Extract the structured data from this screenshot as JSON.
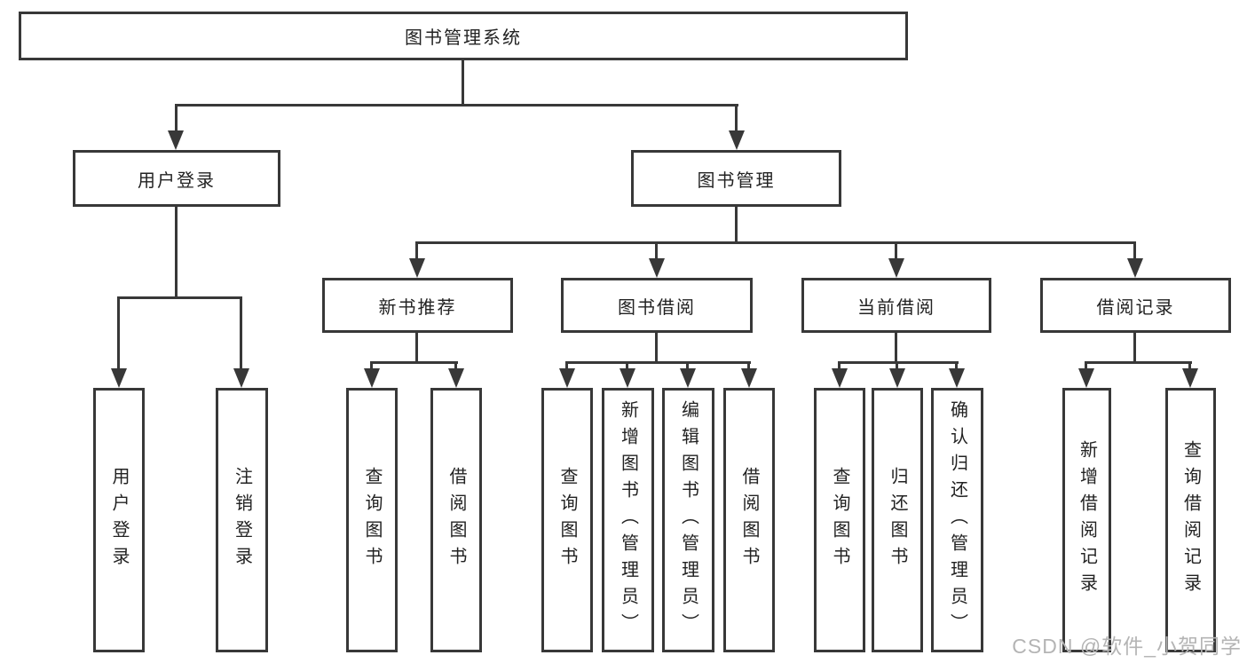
{
  "tree": {
    "root": {
      "label": "图书管理系统",
      "children": [
        {
          "label": "用户登录",
          "children": [
            {
              "label": "用户登录"
            },
            {
              "label": "注销登录"
            }
          ]
        },
        {
          "label": "图书管理",
          "children": [
            {
              "label": "新书推荐",
              "children": [
                {
                  "label": "查询图书"
                },
                {
                  "label": "借阅图书"
                }
              ]
            },
            {
              "label": "图书借阅",
              "children": [
                {
                  "label": "查询图书"
                },
                {
                  "label": "新增图书（管理员）"
                },
                {
                  "label": "编辑图书（管理员）"
                },
                {
                  "label": "借阅图书"
                }
              ]
            },
            {
              "label": "当前借阅",
              "children": [
                {
                  "label": "查询图书"
                },
                {
                  "label": "归还图书"
                },
                {
                  "label": "确认归还（管理员）"
                }
              ]
            },
            {
              "label": "借阅记录",
              "children": [
                {
                  "label": "新增借阅记录"
                },
                {
                  "label": "查询借阅记录"
                }
              ]
            }
          ]
        }
      ]
    }
  },
  "watermark": {
    "text": "CSDN @软件_小贺同学"
  },
  "colors": {
    "line": "#383838",
    "text": "#222222",
    "watermark": "#b4b4b4",
    "background": "#ffffff"
  }
}
